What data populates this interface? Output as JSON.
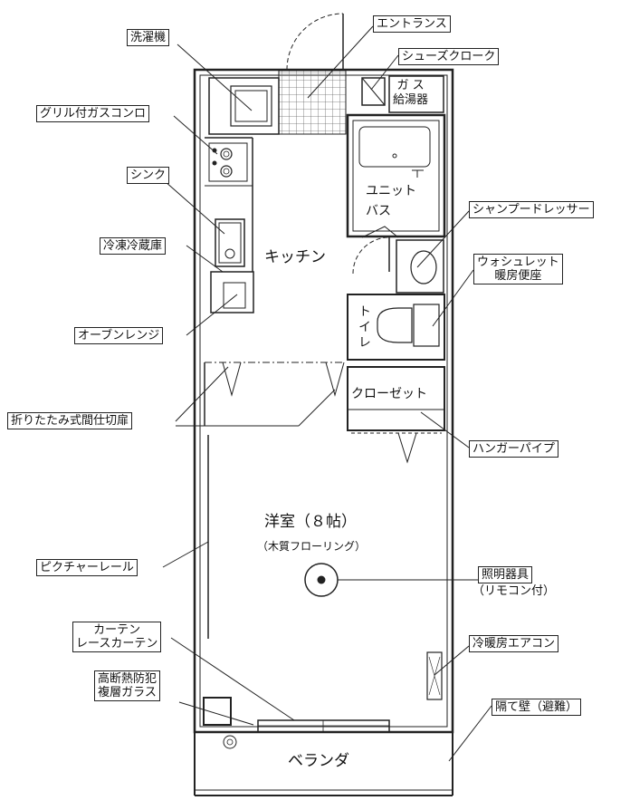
{
  "colors": {
    "line": "#222222",
    "tile": "#555555",
    "background": "#ffffff"
  },
  "callouts": {
    "washer": "洗濯機",
    "entrance": "エントランス",
    "shoe_cloak": "シューズクローク",
    "grill_stove": "グリル付ガスコンロ",
    "sink": "シンク",
    "fridge": "冷凍冷蔵庫",
    "shampoo_dresser": "シャンプードレッサー",
    "washlet": "ウォシュレット",
    "warm_seat": "暖房便座",
    "oven_range": "オーブンレンジ",
    "folding_partition": "折りたたみ式間仕切扉",
    "hanger_pipe": "ハンガーパイプ",
    "picture_rail": "ピクチャーレール",
    "lighting": "照明器具",
    "lighting_note": "（リモコン付）",
    "curtain": "カーテン",
    "lace_curtain": "レースカーテン",
    "aircon": "冷暖房エアコン",
    "glass_line1": "高断熱防犯",
    "glass_line2": "複層ガラス",
    "partition_wall": "隔て壁（避難）"
  },
  "rooms": {
    "gas_heater_line1": "ガ ス",
    "gas_heater_line2": "給湯器",
    "unit_bath_line1": "ユニット",
    "unit_bath_line2": "バス",
    "kitchen": "キッチン",
    "toilet": "トイレ",
    "closet": "クローゼット",
    "western_room": "洋室（８帖）",
    "flooring": "（木質フローリング）",
    "veranda": "ベランダ"
  }
}
